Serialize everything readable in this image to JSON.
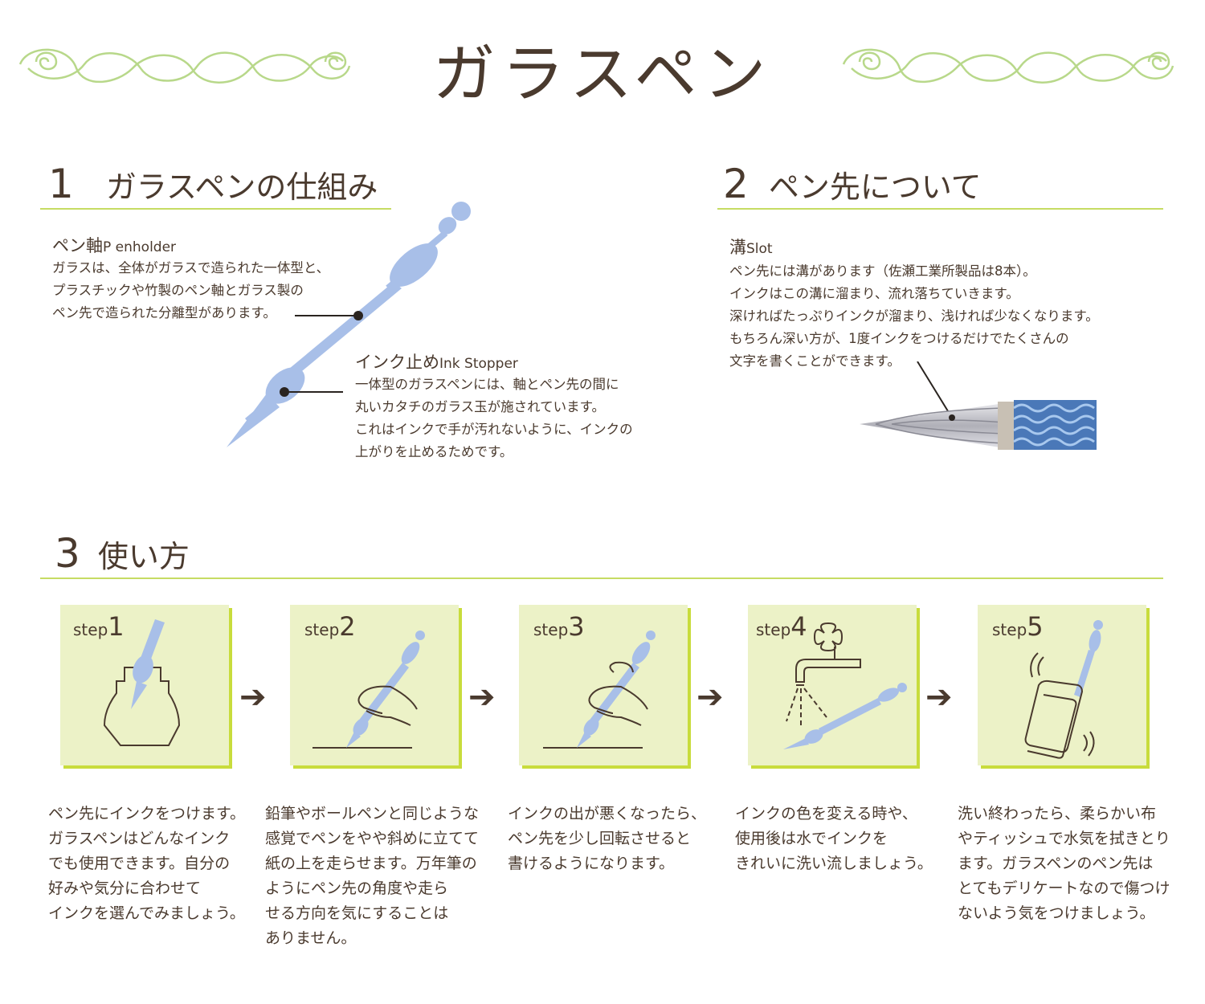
{
  "header": {
    "title": "ガラスペン"
  },
  "section1": {
    "number": "1",
    "title": "ガラスペンの仕組み",
    "penholder": {
      "label_jp": "ペン軸",
      "label_en": "P enholder",
      "lines": [
        "ガラスは、全体がガラスで造られた一体型と、",
        "プラスチックや竹製のペン軸とガラス製の",
        "ペン先で造られた分離型があります。"
      ]
    },
    "stopper": {
      "label_jp": "インク止め",
      "label_en": "Ink Stopper",
      "lines": [
        "一体型のガラスペンには、軸とペン先の間に",
        "丸いカタチのガラス玉が施されています。",
        "これはインクで手が汚れないように、インクの",
        "上がりを止めるためです。"
      ]
    }
  },
  "section2": {
    "number": "2",
    "title": "ペン先について",
    "slot": {
      "label_jp": "溝",
      "label_en": "Slot",
      "lines": [
        "ペン先には溝があります（佐瀬工業所製品は8本）。",
        "インクはこの溝に溜まり、流れ落ちていきます。",
        "深ければたっぷりインクが溜まり、浅ければ少なくなります。",
        "もちろん深い方が、1度インクをつけるだけでたくさんの",
        "文字を書くことができます。"
      ]
    }
  },
  "section3": {
    "number": "3",
    "title": "使い方",
    "steps": [
      {
        "label": "step",
        "num": "1",
        "lines": [
          "ペン先にインクをつけます。",
          "ガラスペンはどんなインク",
          "でも使用できます。自分の",
          "好みや気分に合わせて",
          "インクを選んでみましょう。"
        ]
      },
      {
        "label": "step",
        "num": "2",
        "lines": [
          "鉛筆やボールペンと同じような",
          "感覚でペンをやや斜めに立てて",
          "紙の上を走らせます。万年筆の",
          "ようにペン先の角度や走ら",
          "せる方向を気にすることは",
          "ありません。"
        ]
      },
      {
        "label": "step",
        "num": "3",
        "lines": [
          "インクの出が悪くなったら、",
          "ペン先を少し回転させると",
          "書けるようになります。"
        ]
      },
      {
        "label": "step",
        "num": "4",
        "lines": [
          "インクの色を変える時や、",
          "使用後は水でインクを",
          "きれいに洗い流しましょう。"
        ]
      },
      {
        "label": "step",
        "num": "5",
        "lines": [
          "洗い終わったら、柔らかい布",
          "やティッシュで水気を拭きとり",
          "ます。ガラスペンのペン先は",
          "とてもデリケートなので傷つけ",
          "ないよう気をつけましょう。"
        ]
      }
    ],
    "arrow": "➔"
  },
  "colors": {
    "accent": "#c8dc3c",
    "card": "#ecf2c7",
    "pen": "#a8bfe8",
    "text": "#4a3a2e"
  }
}
